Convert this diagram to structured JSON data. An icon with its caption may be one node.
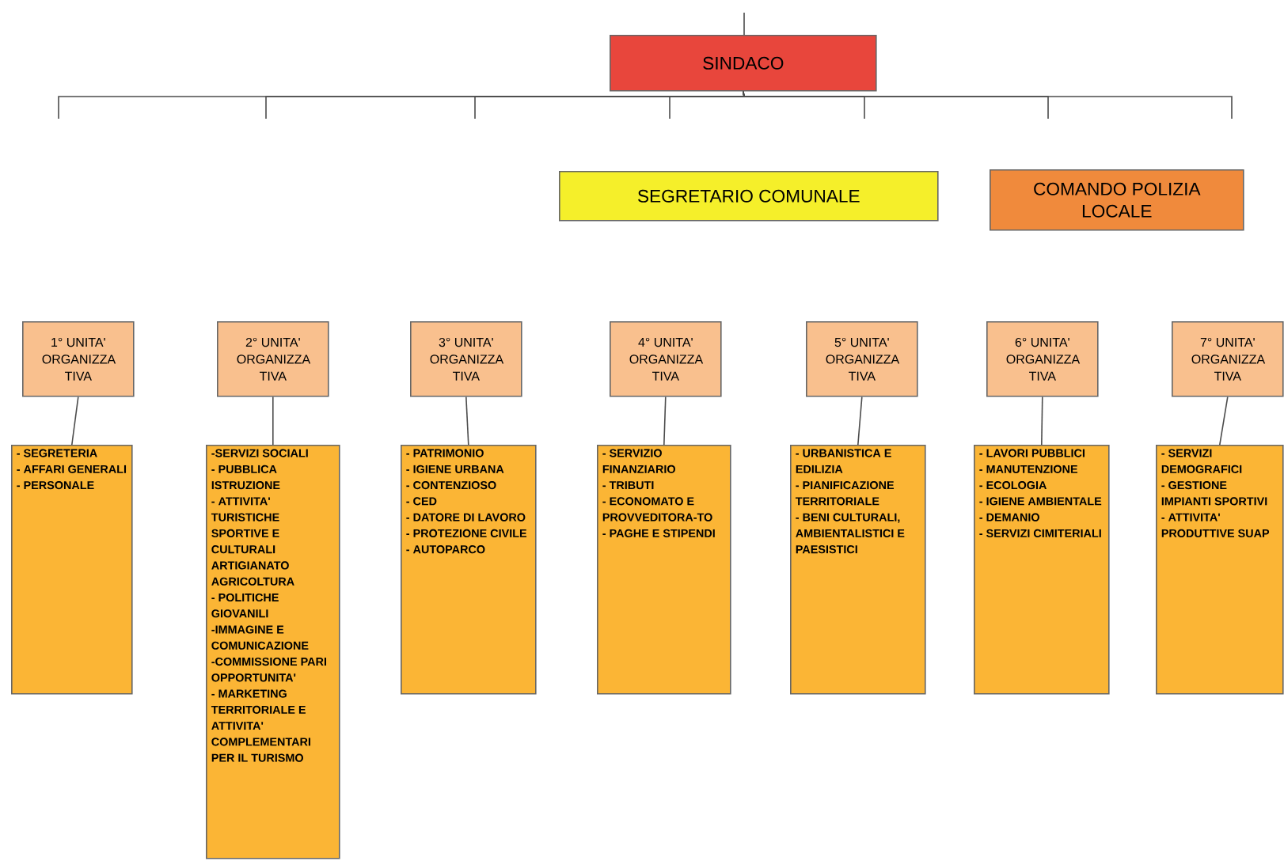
{
  "diagram": {
    "nodes": [
      {
        "text": [
          "SINDACO"
        ]
      },
      {
        "text": [
          "SEGRETARIO COMUNALE"
        ]
      },
      {
        "text": [
          "COMANDO POLIZIA LOCALE"
        ]
      },
      {
        "text": [
          "1° UNITA' ORGANIZZA TIVA"
        ]
      },
      {
        "text": [
          "2° UNITA' ORGANIZZA TIVA"
        ]
      },
      {
        "text": [
          "3° UNITA' ORGANIZZA TIVA"
        ]
      },
      {
        "text": [
          "4° UNITA' ORGANIZZA TIVA"
        ]
      },
      {
        "text": [
          "5° UNITA' ORGANIZZA TIVA"
        ]
      },
      {
        "text": [
          "6° UNITA' ORGANIZZA TIVA"
        ]
      },
      {
        "text": [
          "7° UNITA' ORGANIZZA TIVA"
        ]
      },
      {
        "text": [
          "- SEGRETERIA",
          "- AFFARI GENERALI",
          "- PERSONALE"
        ]
      },
      {
        "text": [
          "-SERVIZI SOCIALI",
          "- PUBBLICA ISTRUZIONE",
          "- ATTIVITA' TURISTICHE SPORTIVE E CULTURALI ARTIGIANATO AGRICOLTURA",
          "- POLITICHE GIOVANILI",
          "-IMMAGINE E COMUNICAZIONE",
          "-COMMISSIONE PARI OPPORTUNITA'",
          "- MARKETING TERRITORIALE E ATTIVITA' COMPLEMENTARI PER IL TURISMO"
        ]
      },
      {
        "text": [
          "- PATRIMONIO",
          "- IGIENE URBANA",
          "- CONTENZIOSO",
          "- CED",
          "- DATORE DI LAVORO",
          "- PROTEZIONE CIVILE",
          "- AUTOPARCO"
        ]
      },
      {
        "text": [
          "- SERVIZIO FINANZIARIO",
          "- TRIBUTI",
          "- ECONOMATO E PROVVEDITORA-TO",
          "- PAGHE E STIPENDI"
        ]
      },
      {
        "text": [
          "- URBANISTICA E EDILIZIA",
          "- PIANIFICAZIONE TERRITORIALE",
          "- BENI CULTURALI, AMBIENTALISTICI E PAESISTICI"
        ]
      },
      {
        "text": [
          "- LAVORI PUBBLICI",
          "- MANUTENZIONE",
          "- ECOLOGIA",
          "- IGIENE AMBIENTALE",
          "- DEMANIO",
          "- SERVIZI CIMITERIALI"
        ]
      },
      {
        "text": [
          "- SERVIZI DEMOGRAFICI",
          "- GESTIONE IMPIANTI SPORTIVI",
          "- ATTIVITA' PRODUTTIVE SUAP"
        ]
      }
    ],
    "edges": [
      {
        "from": 0,
        "to": null,
        "arrow": "none"
      },
      {
        "from": 0,
        "to": null,
        "arrow": "none"
      },
      {
        "from": 0,
        "to": null,
        "arrow": "none"
      },
      {
        "from": 0,
        "to": null,
        "arrow": "none"
      },
      {
        "from": 0,
        "to": null,
        "arrow": "none"
      },
      {
        "from": 0,
        "to": null,
        "arrow": "none"
      },
      {
        "from": 0,
        "to": null,
        "arrow": "none"
      },
      {
        "from": 3,
        "to": 10,
        "arrow": "none"
      },
      {
        "from": 4,
        "to": 11,
        "arrow": "none"
      },
      {
        "from": 5,
        "to": 12,
        "arrow": "none"
      },
      {
        "from": 6,
        "to": 13,
        "arrow": "none"
      },
      {
        "from": 7,
        "to": 14,
        "arrow": "none"
      },
      {
        "from": 8,
        "to": 15,
        "arrow": "none"
      },
      {
        "from": 9,
        "to": 16,
        "arrow": "none"
      }
    ]
  }
}
